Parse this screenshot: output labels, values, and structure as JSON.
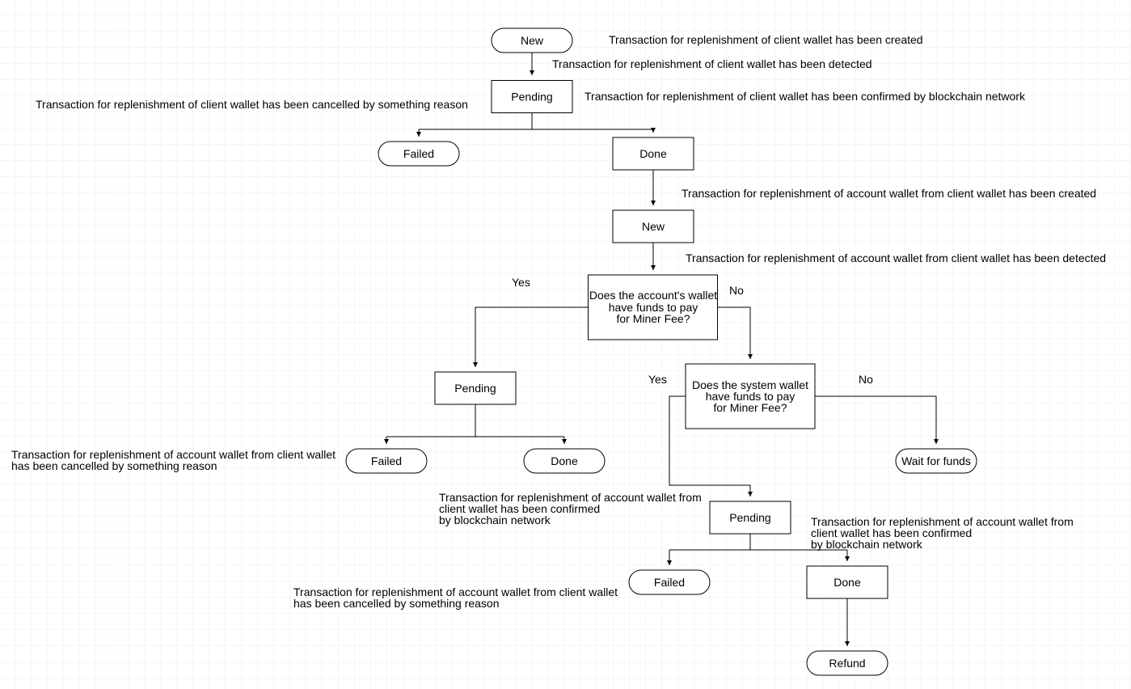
{
  "nodes": {
    "new1": "New",
    "pending1": "Pending",
    "failed1": "Failed",
    "done1": "Done",
    "new2": "New",
    "decision1": [
      "Does the account's wallet",
      "have funds to pay",
      "for Miner Fee?"
    ],
    "pending2": "Pending",
    "decision2": [
      "Does the system wallet",
      "have funds to pay",
      "for Miner Fee?"
    ],
    "failed2": "Failed",
    "done2": "Done",
    "wait": "Wait for funds",
    "pending3": "Pending",
    "failed3": "Failed",
    "done3": "Done",
    "refund": "Refund"
  },
  "edge_labels": {
    "yes1": "Yes",
    "no1": "No",
    "yes2": "Yes",
    "no2": "No"
  },
  "annotations": {
    "created1": "Transaction for replenishment of client wallet has been created",
    "detected1": "Transaction for replenishment of client wallet has been detected",
    "confirmed1": "Transaction for replenishment of client wallet has been confirmed by blockchain network",
    "cancelled1": "Transaction for replenishment of client wallet has been cancelled by something reason",
    "created2": "Transaction for replenishment of account wallet from client wallet has been created",
    "detected2": "Transaction for replenishment of account wallet from client wallet has been detected",
    "cancelled2": [
      "Transaction for replenishment of account wallet from client wallet",
      "has been cancelled by something reason"
    ],
    "confirmed2": [
      "Transaction for replenishment of account wallet from",
      "client wallet has been confirmed",
      "by blockchain network"
    ],
    "confirmed3": [
      "Transaction for replenishment of account wallet from",
      "client wallet has been confirmed",
      "by blockchain network"
    ],
    "cancelled3": [
      "Transaction for replenishment of account wallet from client wallet",
      "has been cancelled by something reason"
    ]
  }
}
